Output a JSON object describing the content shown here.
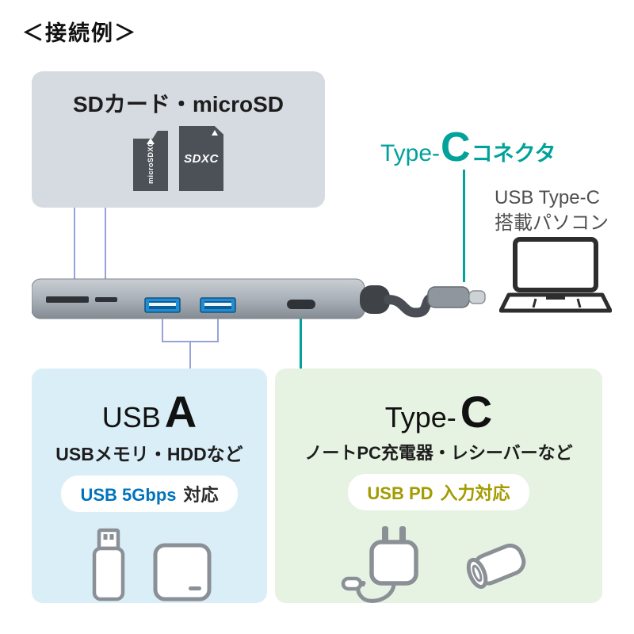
{
  "page": {
    "title": "＜接続例＞"
  },
  "sd_box": {
    "label": "SDカード・microSD",
    "microsd_text": "microSDXC",
    "sd_text": "SDXC"
  },
  "connector_callout": {
    "prefix": "Type-",
    "big": "C",
    "suffix": "コネクタ"
  },
  "laptop": {
    "line1": "USB Type-C",
    "line2": "搭載パソコン"
  },
  "usb_a_box": {
    "title_prefix": "USB",
    "title_big": "A",
    "subtitle": "USBメモリ・HDDなど",
    "badge_highlight": "USB 5Gbps",
    "badge_rest": "対応"
  },
  "type_c_box": {
    "title_prefix": "Type-",
    "title_big": "C",
    "subtitle": "ノートPC充電器・レシーバーなど",
    "badge_highlight": "USB PD",
    "badge_rest": "入力対応"
  },
  "colors": {
    "teal_accent": "#00a29a",
    "connector_line": "#98a2da",
    "usb_speed_text": "#0073bd",
    "usb_pd_text": "#a39b00",
    "sd_panel_bg": "#d6dbe1",
    "usb_a_panel_bg": "#daeef8",
    "type_c_panel_bg": "#e6f2e2"
  }
}
